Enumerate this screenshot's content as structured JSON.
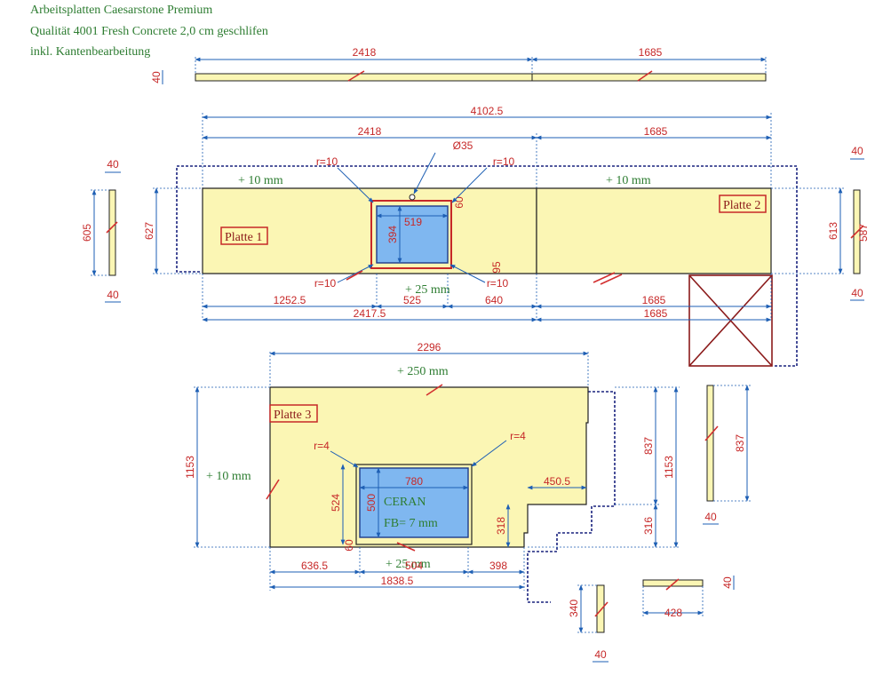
{
  "header": {
    "line1": "Arbeitsplatten Caesarstone Premium",
    "line2": "Qualität 4001 Fresh Concrete 2,0 cm geschlifen",
    "line3": "inkl. Kantenbearbeitung"
  },
  "plates": {
    "p1": "Platte 1",
    "p2": "Platte 2",
    "p3": "Platte 3"
  },
  "notes": {
    "plus10_a": "+ 10 mm",
    "plus10_b": "+ 10 mm",
    "plus25": "+ 25 mm",
    "plus250": "+ 250 mm",
    "plus10_c": "+ 10 mm",
    "plus25_b": "+ 25 mm",
    "ceran": "CERAN",
    "fb": "FB= 7 mm"
  },
  "dims": {
    "top_strip_left": "2418",
    "top_strip_right": "1685",
    "top_strip_thick": "40",
    "total": "4102.5",
    "p1_length": "2418",
    "p2_length": "1685",
    "hole": "Ø35",
    "r_tl": "r=10",
    "r_tr": "r=10",
    "r_bl": "r=10",
    "r_br": "r=10",
    "sink_width": "519",
    "sink_depth": "394",
    "sink_side_top": "60",
    "sink_side_bot": "95",
    "p1_depth": "627",
    "p2_depth": "613",
    "left_edge_len": "605",
    "left_edge_t1": "40",
    "left_edge_t2": "40",
    "right_edge_len": "587",
    "right_edge_t1": "40",
    "right_edge_t2": "40",
    "bot_1252": "1252.5",
    "bot_525": "525",
    "bot_640": "640",
    "bot_1685a": "1685",
    "bot_2417": "2417.5",
    "bot_1685b": "1685",
    "p3_width": "2296",
    "p3_left_h": "1153",
    "p3_right_837": "837",
    "p3_right_316": "316",
    "p3_right_1153": "1153",
    "p3_r4a": "r=4",
    "p3_r4b": "r=4",
    "ceran_w": "780",
    "ceran_inner": "500",
    "ceran_outer": "524",
    "ceran_gap": "60",
    "step_450": "450.5",
    "step_318": "318",
    "p3_bot_636": "636.5",
    "p3_bot_504": "504",
    "p3_bot_398": "398",
    "p3_bot_total": "1838.5",
    "side_837": "837",
    "side_837_t": "40",
    "small_340": "340",
    "small_340_t": "40",
    "small_428": "428",
    "small_428_t": "40"
  }
}
